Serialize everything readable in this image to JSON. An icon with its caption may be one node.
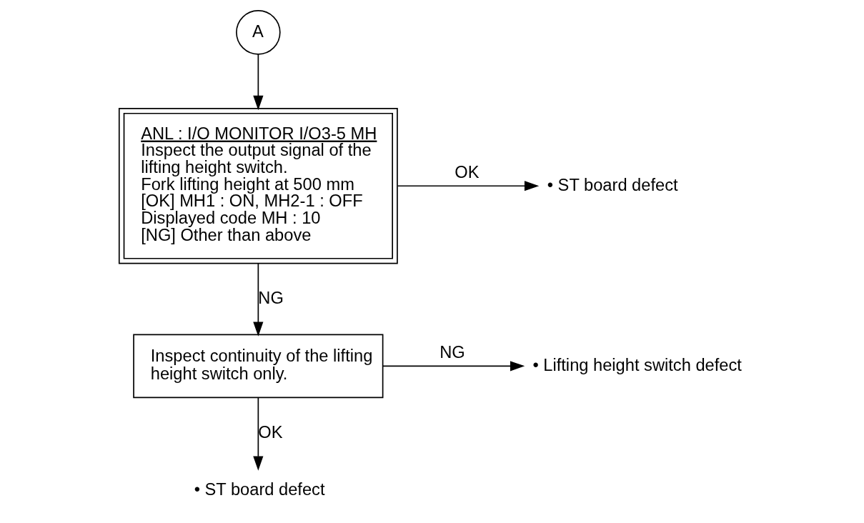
{
  "diagram": {
    "nodes": [
      {
        "text": [
          "A"
        ]
      },
      {
        "text": [
          "ANL : I/O MONITOR I/O3-5 MH",
          "Inspect the output signal of the lifting height switch.",
          "Fork lifting height at 500 mm",
          "[OK] MH1 : ON, MH2-1 : OFF",
          "Displayed code MH : 10",
          "[NG] Other than above"
        ]
      },
      {
        "text": [
          "• ST board defect"
        ]
      },
      {
        "text": [
          "Inspect continuity of the lifting height switch only."
        ]
      },
      {
        "text": [
          "• Lifting height switch defect"
        ]
      },
      {
        "text": [
          "• ST board defect"
        ]
      }
    ],
    "edges": [
      {
        "from": 0,
        "to": 1,
        "arrow": "to"
      },
      {
        "from": 1,
        "to": 2,
        "arrow": "to",
        "label": "OK"
      },
      {
        "from": 1,
        "to": 3,
        "arrow": "to",
        "label": "NG"
      },
      {
        "from": 3,
        "to": 4,
        "arrow": "to",
        "label": "NG"
      },
      {
        "from": 3,
        "to": 5,
        "arrow": "to",
        "label": "OK"
      }
    ]
  }
}
